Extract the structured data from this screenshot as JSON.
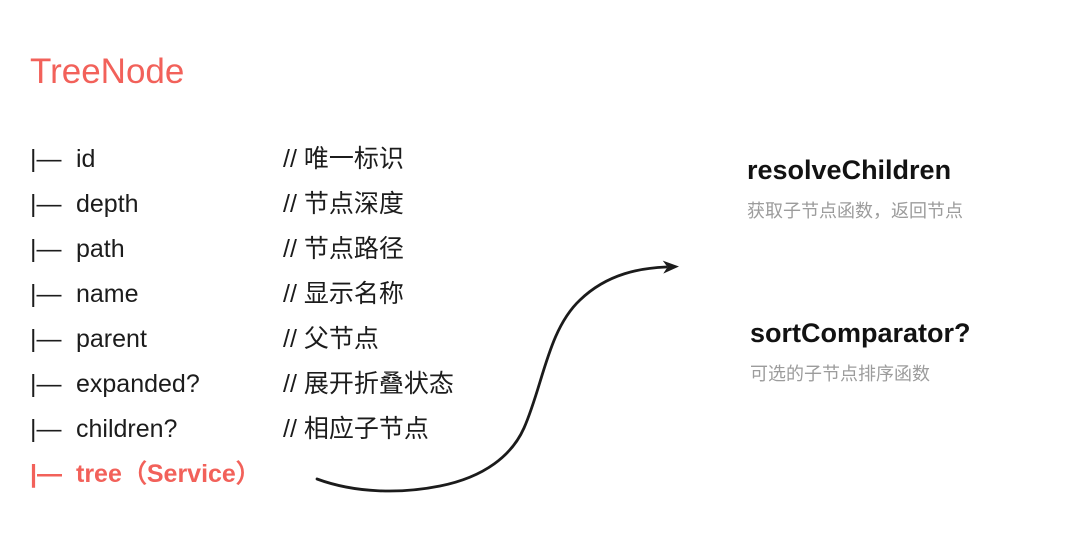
{
  "title": {
    "text": "TreeNode"
  },
  "tree": {
    "fields": [
      {
        "prefix": "|—",
        "name": "id",
        "comment": "// 唯一标识",
        "highlight": false
      },
      {
        "prefix": "|—",
        "name": "depth",
        "comment": "// 节点深度",
        "highlight": false
      },
      {
        "prefix": "|—",
        "name": "path",
        "comment": "// 节点路径",
        "highlight": false
      },
      {
        "prefix": "|—",
        "name": "name",
        "comment": "// 显示名称",
        "highlight": false
      },
      {
        "prefix": "|—",
        "name": "parent",
        "comment": "// 父节点",
        "highlight": false
      },
      {
        "prefix": "|—",
        "name": "expanded?",
        "comment": "// 展开折叠状态",
        "highlight": false
      },
      {
        "prefix": "|—",
        "name": "children?",
        "comment": "// 相应子节点",
        "highlight": false
      },
      {
        "prefix": "|—",
        "name": "tree（Service）",
        "comment": "",
        "highlight": true
      }
    ]
  },
  "callouts": {
    "resolve_children": {
      "title": "resolveChildren",
      "description": "获取子节点函数，返回节点"
    },
    "sort_comparator": {
      "title": "sortComparator?",
      "description": "可选的子节点排序函数"
    }
  },
  "colors": {
    "accent": "#f2615a",
    "text": "#1c1c1c",
    "muted": "#9c9c9c",
    "arrow": "#1b1b1b",
    "background": "#ffffff"
  }
}
